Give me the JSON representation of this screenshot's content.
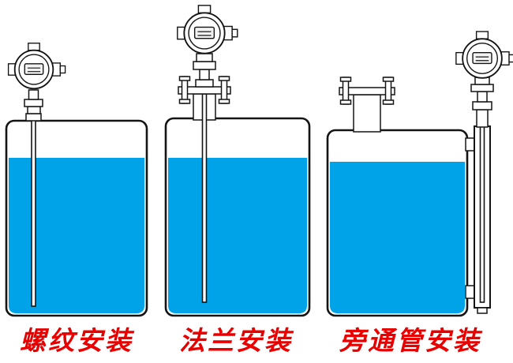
{
  "colors": {
    "liquid": "#00a2e8",
    "outline": "#141414",
    "label_red": "#e80000",
    "background": "#ffffff"
  },
  "installations": [
    {
      "id": "threaded",
      "label": "螺纹安装"
    },
    {
      "id": "flange",
      "label": "法兰安装"
    },
    {
      "id": "bypass",
      "label": "旁通管安装"
    }
  ]
}
